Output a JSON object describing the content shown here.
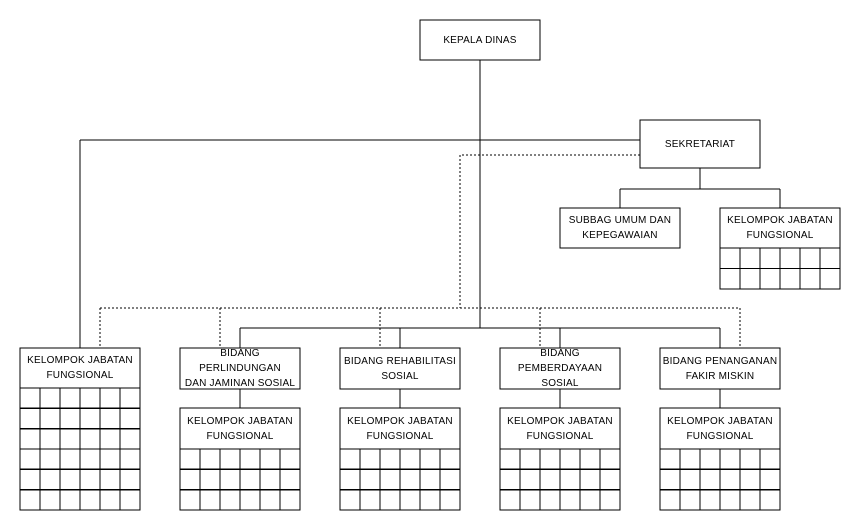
{
  "org_chart": {
    "head": "KEPALA DINAS",
    "secretariat": "SEKRETARIAT",
    "secretariat_units": {
      "subbag": "SUBBAG UMUM DAN\nKEPEGAWAIAN",
      "functional_group": "KELOMPOK JABATAN\nFUNGSIONAL"
    },
    "functional_group_main": "KELOMPOK JABATAN\nFUNGSIONAL",
    "divisions": [
      {
        "name": "BIDANG PERLINDUNGAN\nDAN JAMINAN SOSIAL",
        "functional_group": "KELOMPOK JABATAN\nFUNGSIONAL"
      },
      {
        "name": "BIDANG REHABILITASI\nSOSIAL",
        "functional_group": "KELOMPOK JABATAN\nFUNGSIONAL"
      },
      {
        "name": "BIDANG PEMBERDAYAAN\nSOSIAL",
        "functional_group": "KELOMPOK JABATAN\nFUNGSIONAL"
      },
      {
        "name": "BIDANG PENANGANAN\nFAKIR MISKIN",
        "functional_group": "KELOMPOK JABATAN\nFUNGSIONAL"
      }
    ]
  }
}
